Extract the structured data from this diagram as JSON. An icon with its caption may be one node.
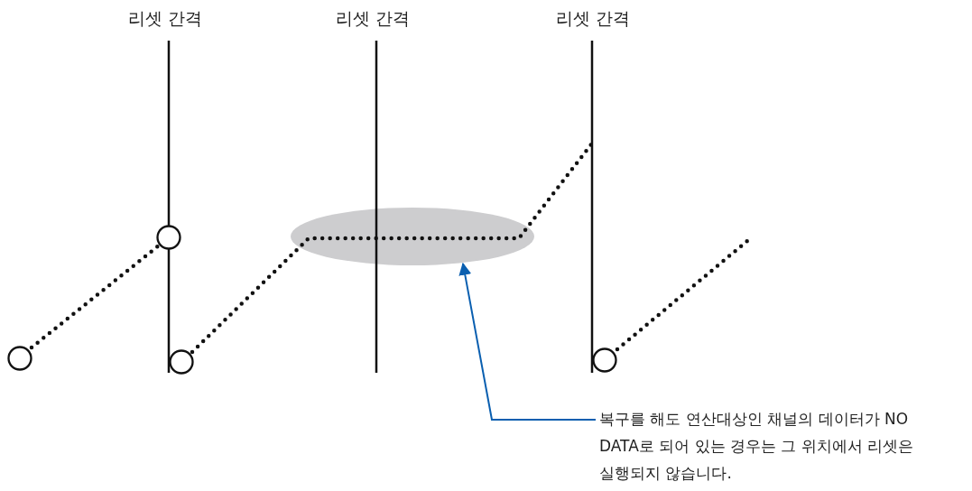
{
  "diagram": {
    "nodes": [
      {
        "text": [
          "복구를 해도 연산대상인 채널의 데이터가 NO DATA로 되어 있는 경우는 그 위치에서 리셋은 실행되지 않습니다."
        ]
      },
      {
        "text": [],
        "shape": "ellipse"
      }
    ],
    "edges": [
      {
        "from": 0,
        "to": 1,
        "arrow": "to"
      }
    ],
    "labels": [
      "리셋 간격",
      "리셋 간격",
      "리셋 간격"
    ]
  }
}
